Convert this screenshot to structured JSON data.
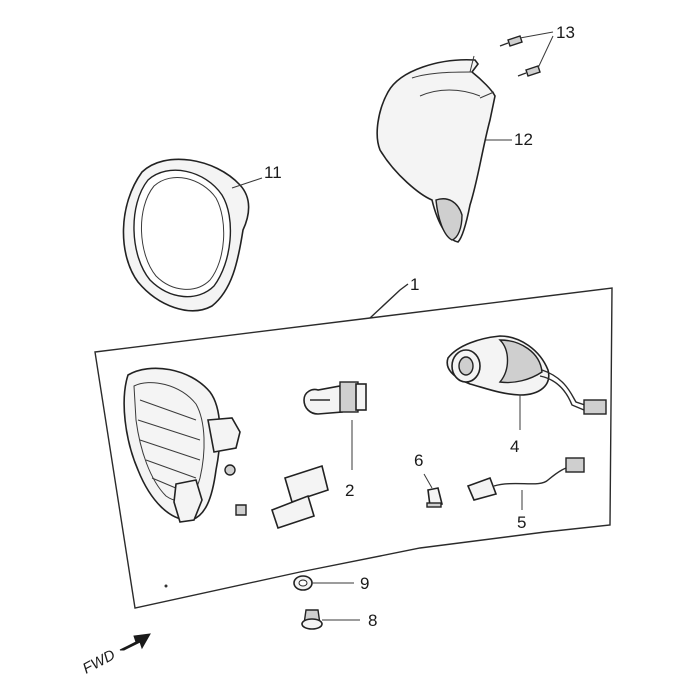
{
  "labels": {
    "p1": "1",
    "p2": "2",
    "p4": "4",
    "p5": "5",
    "p6": "6",
    "p8": "8",
    "p9": "9",
    "p11": "11",
    "p12": "12",
    "p13": "13"
  },
  "direction": "FWD"
}
